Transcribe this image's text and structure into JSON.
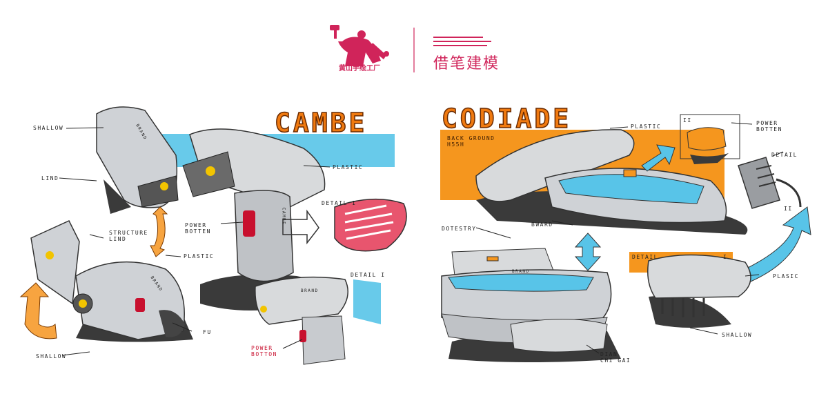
{
  "header": {
    "logo_text": "黄山手绘工厂",
    "brand_text": "借笔建模"
  },
  "left": {
    "title": "CAMBE",
    "labels": {
      "shallow_top": "SHALLOW",
      "lind": "LIND",
      "structure_lind": "STRUCTURE\nLIND",
      "power_botten": "POWER\nBOTTEN",
      "plastic_right": "PLASTIC",
      "plastic_mid": "PLASTIC",
      "detail1": "DETAIL I",
      "detail2": "DETAIL I",
      "fu": "FU",
      "shallow_bottom": "SHALLOW",
      "power_botten_red": "POWER\nBOTTON",
      "brand_a": "BRAND",
      "brand_b": "BRAND",
      "brand_c": "BRAND",
      "cambe_handle": "CAMBE"
    }
  },
  "right": {
    "title": "CODIADE",
    "labels": {
      "background": "BACK GROUND\nH55H",
      "plastic_top": "PLASTIC",
      "power_botten": "POWER\nBOTTEN",
      "detail_top": "DETAIL",
      "roman1": "II",
      "roman2": "II",
      "dotestry": "DOTESTRY",
      "bward": "BWARD",
      "detail_bottom": "DETAIL",
      "roman3": "I",
      "plasic": "PLASIC",
      "shallow": "SHALLOW",
      "dian": "DIAN\nCHI GAI",
      "brand": "BRAND"
    }
  },
  "colors": {
    "accent_orange": "#f07a10",
    "accent_cyan": "#58c4e8",
    "accent_magenta": "#d0245a",
    "shadow_gray": "#3a3a3a"
  }
}
